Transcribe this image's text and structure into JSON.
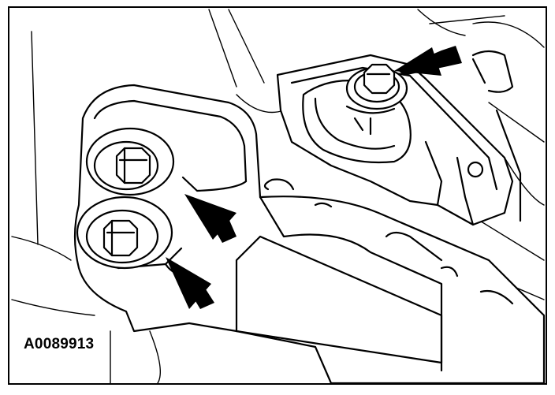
{
  "figure": {
    "id_label": "A0089913",
    "callout_arrows": 3,
    "frame_color": "#000000",
    "background_color": "#ffffff",
    "parts": [
      "upper-mount-bolt",
      "lower-bracket-bolt-upper",
      "lower-bracket-bolt-lower",
      "engine-mount-bracket",
      "mount-bushing"
    ]
  }
}
